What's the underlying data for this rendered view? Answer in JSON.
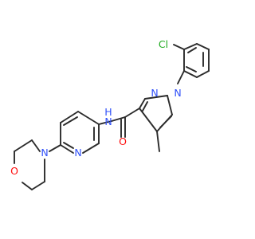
{
  "molecule": {
    "atom_colors": {
      "N": "#3050F8",
      "O": "#FF0D0D",
      "Cl": "#1FAA1F"
    },
    "labels": {
      "cl": "Cl",
      "n_pyrazole_1": "N",
      "n_pyrazole_2": "N",
      "nh": "N",
      "h": "H",
      "o_carbonyl": "O",
      "n_pyridine": "N",
      "n_morpholine": "N",
      "o_morpholine": "O"
    }
  }
}
